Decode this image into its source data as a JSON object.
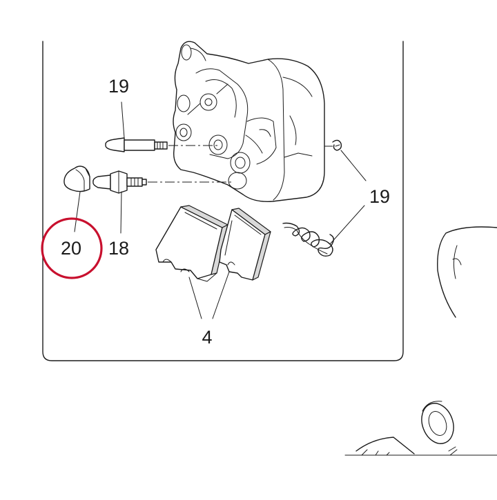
{
  "diagram": {
    "callouts": {
      "top_left_19": "19",
      "right_19": "19",
      "pin_18": "18",
      "cap_20": "20",
      "pads_4": "4"
    },
    "highlight_color": "#c8102e"
  }
}
